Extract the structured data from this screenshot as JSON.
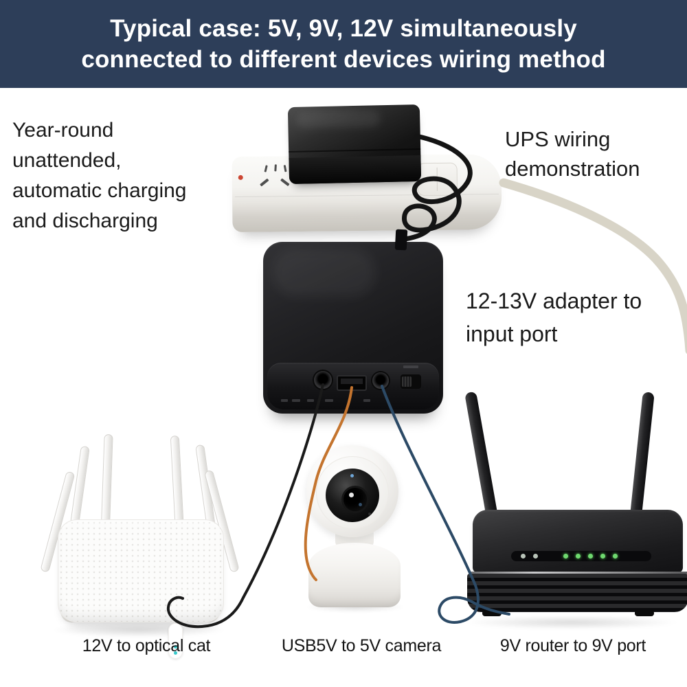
{
  "banner": {
    "bg_color": "#2d3e59",
    "text_color": "#ffffff",
    "lines": [
      "Typical case: 5V, 9V, 12V simultaneously",
      "connected to different devices wiring method"
    ]
  },
  "notes": {
    "left": {
      "lines": [
        "Year-round",
        "unattended,",
        "automatic charging",
        "and discharging"
      ]
    },
    "ups": {
      "lines": [
        "UPS wiring",
        "demonstration"
      ]
    },
    "adapter": {
      "lines": [
        "12-13V adapter to",
        "input port"
      ]
    }
  },
  "captions": [
    "12V to optical cat",
    "USB5V to 5V camera",
    "9V router to 9V port"
  ],
  "wires": {
    "adapter_cable": "#141414",
    "dc_12v": "#1a1a1a",
    "usb_5v": "#c4742e",
    "dc_9v": "#2c4a66",
    "mains_cord": "#d8d4c7"
  },
  "led_colors": {
    "strip_power_led": "#cc4633",
    "white_router_led": "#35c7c9",
    "black_router_led": "#6fd96f"
  },
  "devices": [
    "power-strip",
    "ac-power-adapter",
    "mini-ups-battery",
    "white-wifi-router",
    "security-camera",
    "black-wifi-router"
  ]
}
